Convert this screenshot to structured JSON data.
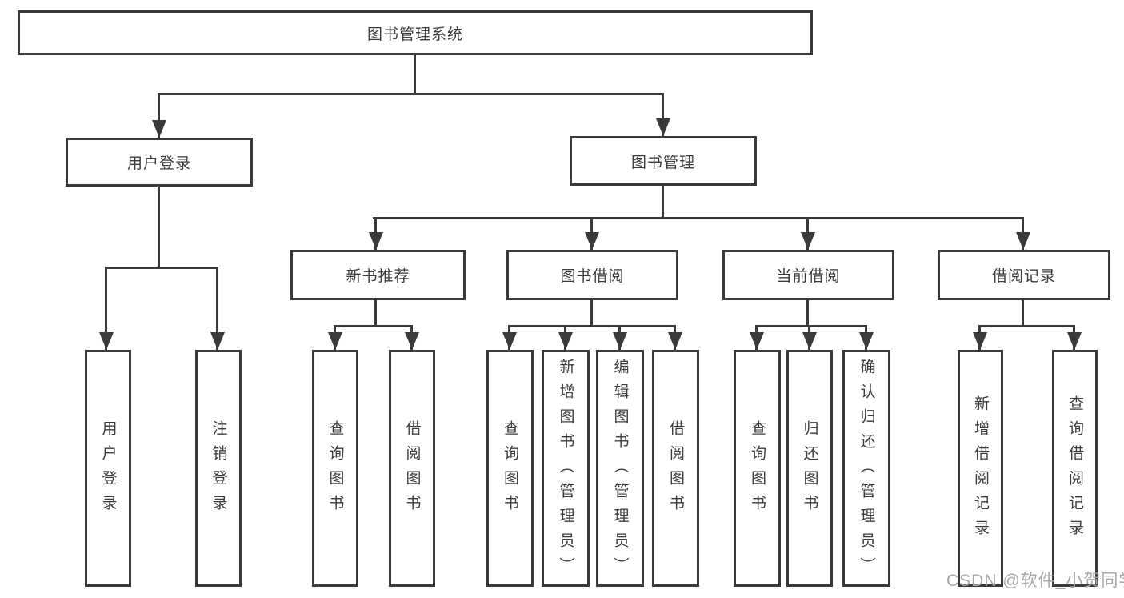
{
  "diagram": {
    "title": "图书管理系统",
    "level2": {
      "user_login": "用户登录",
      "book_management": "图书管理"
    },
    "level3": {
      "new_book_recommend": "新书推荐",
      "book_borrow": "图书借阅",
      "current_borrow": "当前借阅",
      "borrow_records": "借阅记录"
    },
    "leaves": {
      "user_login": [
        "用户登录",
        "注销登录"
      ],
      "new_book_recommend": [
        "查询图书",
        "借阅图书"
      ],
      "book_borrow": [
        "查询图书",
        "新增图书（管理员）",
        "编辑图书（管理员）",
        "借阅图书"
      ],
      "current_borrow": [
        "查询图书",
        "归还图书",
        "确认归还（管理员）"
      ],
      "borrow_records": [
        "新增借阅记录",
        "查询借阅记录"
      ]
    }
  },
  "watermark": "CSDN @软件_小贺同学",
  "colors": {
    "line": "#3a3a3a",
    "text": "#3b3b3b",
    "watermark": "#a8a8a8",
    "background": "#ffffff"
  }
}
